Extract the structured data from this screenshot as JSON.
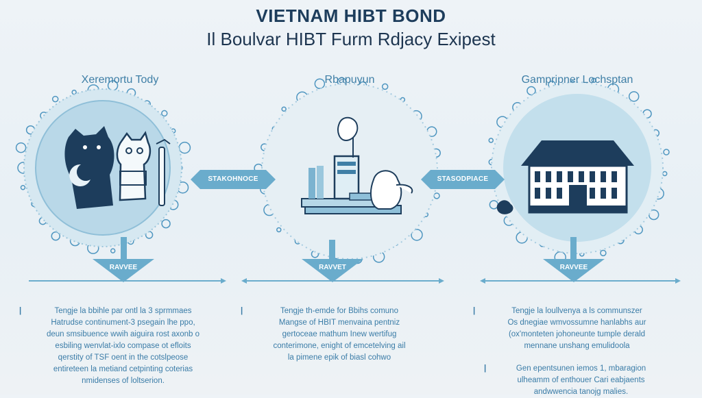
{
  "header": {
    "title": "VIETNAM HIBT BOND",
    "subtitle": "Il Boulvar HIBT Furm Rdjacy Exipest"
  },
  "sections": [
    {
      "heading": "Xeremortu Tody",
      "down_label": "RAVVEE",
      "paragraphs": [
        [
          "Tengje la bbihle par ontl la 3 sprmmaes",
          "Hatrudse continument-3 psegain lhe ppo,",
          "deun smsibuence wwih aiguira rost axonb o",
          "esbiling wenvlat-ixlo compase ot efloits",
          "qerstity of TSF oent in the cotslpeose",
          "entireteen la metiand cetpinting coterias",
          "nmidenses of loltserion."
        ]
      ]
    },
    {
      "heading": "Rbapuyun",
      "down_label": "RAVVET",
      "paragraphs": [
        [
          "Tengje th-emde for Bbihs comuno",
          "Mangse of HBIT menvaina pentniz",
          "gertoceae mathum Inew wertifug",
          "conterimone, enight of emcetelving ail",
          "la pimene epik of biasl cohwo"
        ]
      ]
    },
    {
      "heading": "Gampripner Lochsptan",
      "down_label": "RAVVEE",
      "paragraphs": [
        [
          "Tengje la loullvenya a ls communszer",
          "Os dnegiae wmvossumne hanlabhs aur",
          "(ox'monteten johoneunte tumple derald",
          "mennane unshang emulidoola"
        ],
        [
          "Gen epentsunen iemos 1, mbaragion",
          "ulheamm of enthouer Cari eabjaents",
          "andwwencia tanojg malies."
        ]
      ]
    }
  ],
  "connectors": [
    {
      "label": "STAKOHNOCE"
    },
    {
      "label": "STASODPIACE"
    }
  ],
  "colors": {
    "navy": "#1d3d5c",
    "accent": "#3f7fa6",
    "arrow": "#6aaccc",
    "circle_fill": "#b9d8e8"
  }
}
